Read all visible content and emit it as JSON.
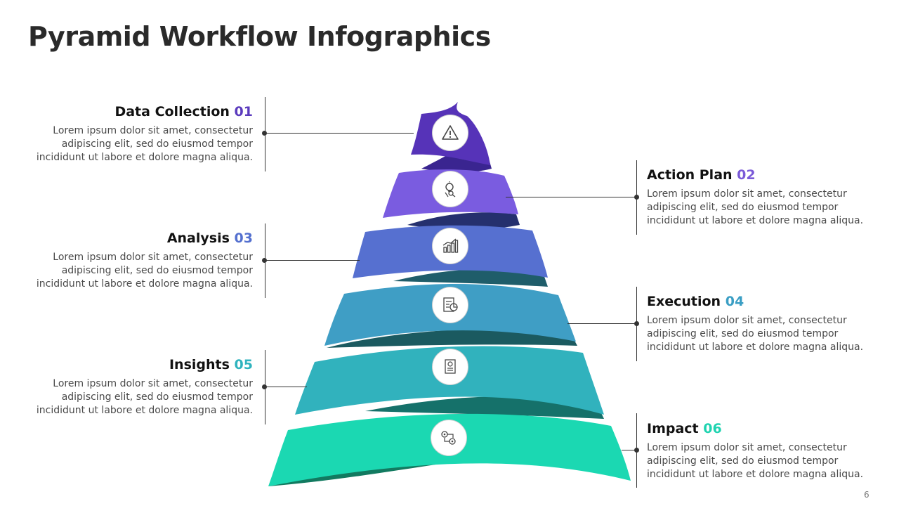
{
  "title": "Pyramid Workflow Infographics",
  "page_number": "6",
  "steps": [
    {
      "label": "Data Collection",
      "number": "01",
      "color": "#5b3bbd",
      "icon": "warning-icon",
      "desc": [
        "Lorem ipsum dolor sit amet, consectetur",
        "adipiscing elit, sed do eiusmod tempor",
        "incididunt ut labore et dolore magna aliqua."
      ]
    },
    {
      "label": "Action Plan",
      "number": "02",
      "color": "#7a5ad8",
      "icon": "idea-search-icon",
      "desc": [
        "Lorem ipsum dolor sit amet, consectetur",
        "adipiscing elit, sed do eiusmod tempor",
        "incididunt ut labore et dolore magna aliqua."
      ]
    },
    {
      "label": "Analysis",
      "number": "03",
      "color": "#5470cf",
      "icon": "bar-chart-icon",
      "desc": [
        "Lorem ipsum dolor sit amet, consectetur",
        "adipiscing elit, sed do eiusmod tempor",
        "incididunt ut labore et dolore magna aliqua."
      ]
    },
    {
      "label": "Execution",
      "number": "04",
      "color": "#3a9ec4",
      "icon": "report-icon",
      "desc": [
        "Lorem ipsum dolor sit amet, consectetur",
        "adipiscing elit, sed do eiusmod tempor",
        "incididunt ut labore et dolore magna aliqua."
      ]
    },
    {
      "label": "Insights",
      "number": "05",
      "color": "#2fb3be",
      "icon": "invoice-icon",
      "desc": [
        "Lorem ipsum dolor sit amet, consectetur",
        "adipiscing elit, sed do eiusmod tempor",
        "incididunt ut labore et dolore magna aliqua."
      ]
    },
    {
      "label": "Impact",
      "number": "06",
      "color": "#1fd3b0",
      "icon": "gears-workflow-icon",
      "desc": [
        "Lorem ipsum dolor sit amet, consectetur",
        "adipiscing elit, sed do eiusmod tempor",
        "incididunt ut labore et dolore magna aliqua."
      ]
    }
  ],
  "colors": {
    "band_front": [
      "#5633b8",
      "#7a5ce0",
      "#5670d0",
      "#3f9ec5",
      "#31b2bd",
      "#1bd8b2"
    ],
    "band_back": [
      "#3a2590",
      "#25306e",
      "#1f5d6a",
      "#1b5a60",
      "#15716a",
      "#127a60"
    ]
  }
}
